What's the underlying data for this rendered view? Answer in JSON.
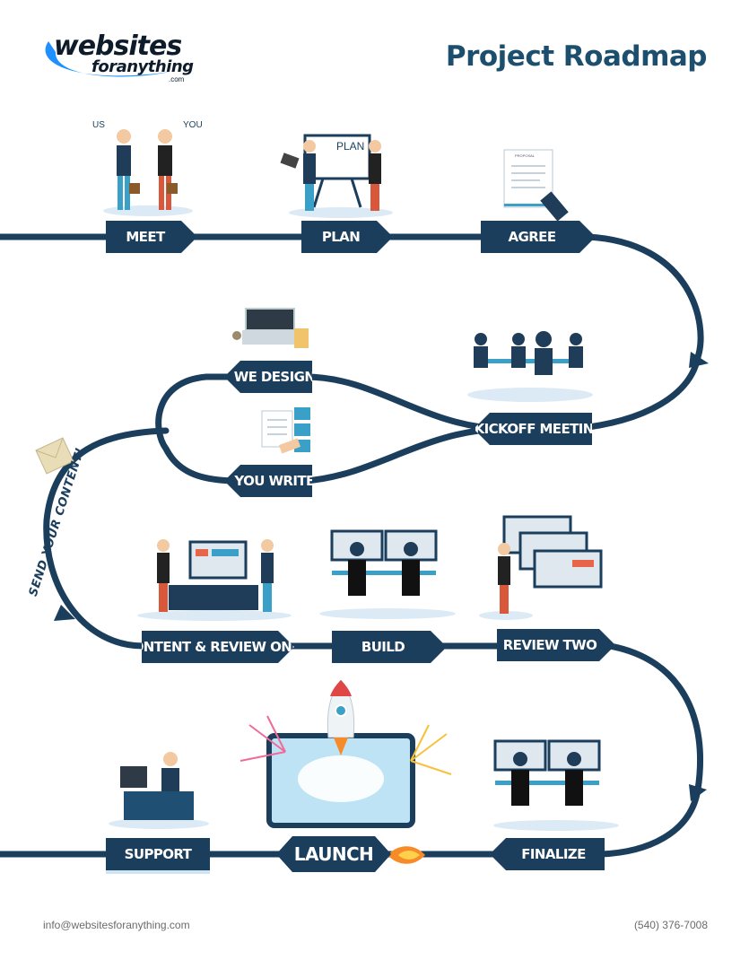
{
  "header": {
    "logo_main": "websites",
    "logo_sub": "foranything",
    "logo_com": ".com",
    "title": "Project Roadmap"
  },
  "steps": {
    "meet": "MEET",
    "plan": "PLAN",
    "agree": "AGREE",
    "kickoff": "KICKOFF MEETING",
    "we_design": "WE DESIGN",
    "you_write": "YOU WRITE",
    "content_review": "CONTENT & REVIEW ONE",
    "build": "BUILD",
    "review_two": "REVIEW TWO",
    "finalize": "FINALIZE",
    "launch": "LAUNCH",
    "support": "SUPPORT"
  },
  "side_label": "SEND YOUR CONTENT!",
  "illustration_labels": {
    "us": "US",
    "you": "YOU",
    "plan_board": "PLAN",
    "contract": "PROPOSAL"
  },
  "footer": {
    "email": "info@websitesforanything.com",
    "phone": "(540) 376-7008"
  },
  "colors": {
    "road": "#1a3e5c",
    "accent": "#1c4e6e",
    "logo_swoosh": "#1e90ff",
    "shadow": "#a6cee6"
  },
  "icons": [
    "handshake-illustration",
    "plan-board-illustration",
    "contract-signing-illustration",
    "meeting-table-illustration",
    "laptop-design-illustration",
    "writing-illustration",
    "envelope-icon",
    "content-review-illustration",
    "build-desks-illustration",
    "review-screens-illustration",
    "rocket-launch-illustration",
    "finalize-desks-illustration",
    "support-agent-illustration",
    "flame-icon"
  ]
}
